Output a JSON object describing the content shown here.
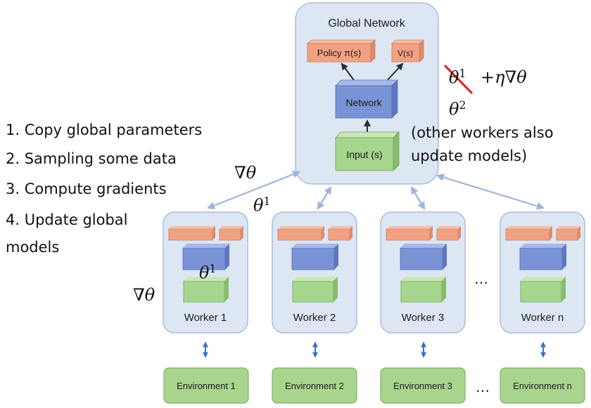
{
  "global": {
    "title": "Global Network",
    "policy_label": "Policy π(s)",
    "value_label": "V(s)",
    "network_label": "Network",
    "input_label": "Input (s)"
  },
  "workers": [
    "Worker 1",
    "Worker 2",
    "Worker 3",
    "Worker n"
  ],
  "environments": [
    "Environment 1",
    "Environment 2",
    "Environment 3",
    "Environment n"
  ],
  "ellipsis": "…",
  "steps": [
    "1. Copy global parameters",
    "2. Sampling some data",
    "3. Compute gradients",
    "4. Update global",
    "models"
  ],
  "annotations": {
    "grad_symbol": "∇θ",
    "theta": "θ",
    "sup_1": "1",
    "sup_2": "2",
    "update_term": "+η∇θ",
    "note_line1": "(other workers also",
    "note_line2": "update models)"
  },
  "colors": {
    "panel_fill": "#dde6f3",
    "panel_stroke": "#a9bedc",
    "orange": "#f2a182",
    "blue": "#7a93d6",
    "green": "#a6d58e",
    "green_env": "#a8d48d",
    "arrow": "#9fb4d9",
    "arrow_dark": "#3a6fc2",
    "strike": "#e8191b"
  }
}
